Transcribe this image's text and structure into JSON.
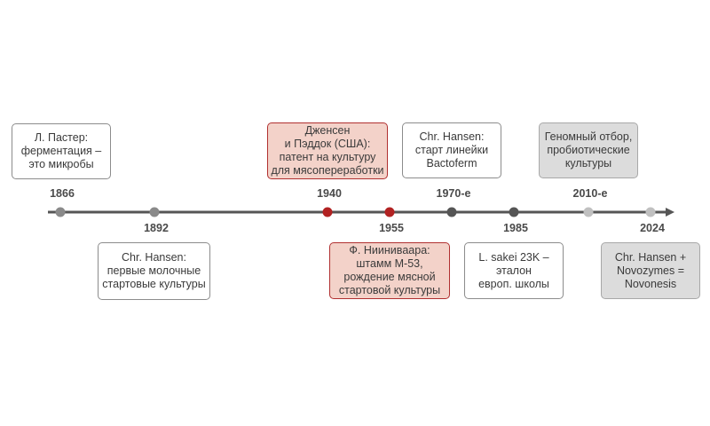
{
  "timeline": {
    "events": [
      {
        "year": "1866",
        "side": "top",
        "style": "white",
        "dot": "gray",
        "lines": [
          "Л. Пастер:",
          "ферментация –",
          "это микробы"
        ]
      },
      {
        "year": "1892",
        "side": "bottom",
        "style": "white",
        "dot": "gray",
        "lines": [
          "Chr. Hansen:",
          "первые молочные",
          "стартовые культуры"
        ]
      },
      {
        "year": "1940",
        "side": "top",
        "style": "red",
        "dot": "red",
        "lines": [
          "Дженсен",
          "и Пэддок (США):",
          "патент на культуру",
          "для мясопереработки"
        ]
      },
      {
        "year": "1955",
        "side": "bottom",
        "style": "red",
        "dot": "red",
        "lines": [
          "Ф. Ниинивaара:",
          "штамм М-53,",
          "рождение мясной",
          "стартовой культуры"
        ]
      },
      {
        "year": "1970-е",
        "side": "top",
        "style": "white",
        "dot": "dark",
        "lines": [
          "Chr. Hansen:",
          "старт линейки",
          "Bactoferm"
        ]
      },
      {
        "year": "1985",
        "side": "bottom",
        "style": "white",
        "dot": "dark",
        "lines": [
          "L. sakei 23K –",
          "эталон",
          "европ. школы"
        ]
      },
      {
        "year": "2010-е",
        "side": "top",
        "style": "gray",
        "dot": "light",
        "lines": [
          "Геномный отбор,",
          "пробиотические",
          "культуры"
        ]
      },
      {
        "year": "2024",
        "side": "bottom",
        "style": "gray",
        "dot": "light",
        "lines": [
          "Chr. Hansen +",
          "Novozymes =",
          "Novonesis"
        ]
      }
    ],
    "colors": {
      "axis": "#555555",
      "dot_gray": "#8a8a8a",
      "dot_red": "#b22222",
      "dot_dark": "#555555",
      "dot_light": "#c0c0c0",
      "arrow": "#555555"
    }
  }
}
